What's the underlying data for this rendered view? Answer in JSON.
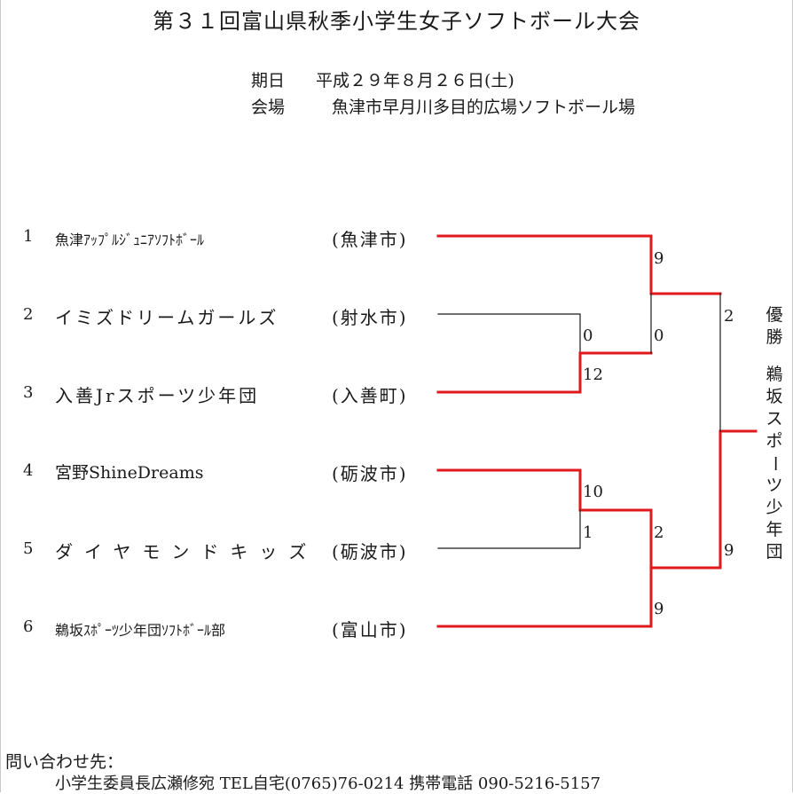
{
  "title": "第３１回富山県秋季小学生女子ソフトボール大会",
  "info": {
    "date_label": "期日",
    "date_value": "平成２９年８月２６日(土)",
    "venue_label": "会場",
    "venue_value": "魚津市早月川多目的広場ソフトボール場"
  },
  "teams": [
    {
      "seed": "1",
      "name": "魚津ｱｯﾌﾟﾙｼﾞｭﾆｱｿﾌﾄﾎﾞｰﾙ",
      "city": "(魚津市)"
    },
    {
      "seed": "2",
      "name": "イミズドリームガールズ",
      "city": "(射水市)"
    },
    {
      "seed": "3",
      "name": "入善Jrスポーツ少年団",
      "city": "(入善町)"
    },
    {
      "seed": "4",
      "name": "宮野ShineDreams",
      "city": "(砺波市)"
    },
    {
      "seed": "5",
      "name": "ダイヤモンドキッズ",
      "city": "(砺波市)"
    },
    {
      "seed": "6",
      "name": "鵜坂ｽﾎﾟｰﾂ少年団ｿﾌﾄﾎﾞｰﾙ部",
      "city": "(富山市)"
    }
  ],
  "scores": {
    "r1a_top": "0",
    "r1a_bottom": "12",
    "r1b_top": "10",
    "r1b_bottom": "1",
    "sf1_top": "9",
    "sf1_bottom": "0",
    "sf2_top": "2",
    "sf2_bottom": "9",
    "final_top": "2",
    "final_bottom": "9"
  },
  "champion": {
    "label": "優勝",
    "team": "鵜坂スポーツ少年団"
  },
  "contact": {
    "heading": "問い合わせ先：",
    "details": "小学生委員長広瀬修宛 TEL自宅(0765)76-0214 携帯電話 090-5216-5157"
  },
  "colors": {
    "winner_line": "#e0191c",
    "loser_line": "#1a1a1a"
  }
}
